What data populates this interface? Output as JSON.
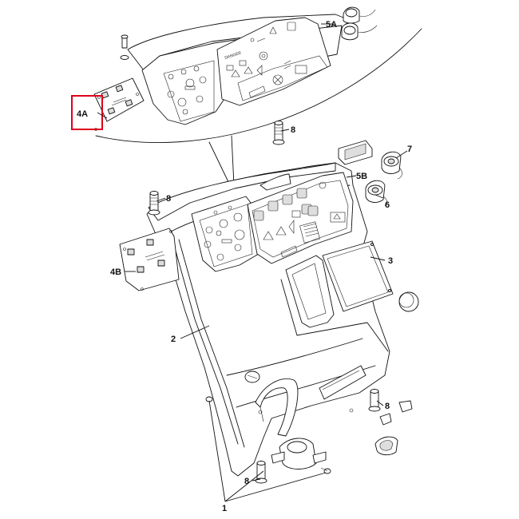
{
  "diagram": {
    "highlight_color": "#e0001b",
    "line_color": "#111111",
    "background": "#ffffff"
  },
  "callouts": {
    "c1": "1",
    "c2": "2",
    "c3": "3",
    "c4a": "4A",
    "c4b": "4B",
    "c5a": "5A",
    "c5b": "5B",
    "c6": "6",
    "c7": "7",
    "c8a": "8",
    "c8b": "8",
    "c8c": "8",
    "c8d": "8"
  },
  "panel_text": {
    "decal_brand": "DANGER"
  }
}
